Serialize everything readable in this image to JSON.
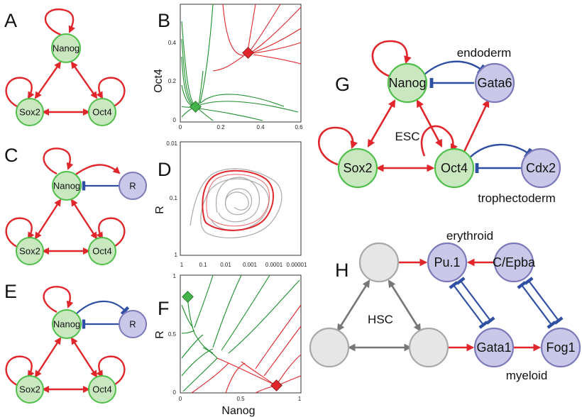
{
  "panels": {
    "a": "A",
    "b": "B",
    "c": "C",
    "d": "D",
    "e": "E",
    "f": "F",
    "g": "G",
    "h": "H"
  },
  "nodes": {
    "nanog": "Nanog",
    "sox2": "Sox2",
    "oct4": "Oct4",
    "r": "R",
    "gata6": "Gata6",
    "cdx2": "Cdx2",
    "pu1": "Pu.1",
    "cebpa": "C/Epba",
    "gata1": "Gata1",
    "fog1": "Fog1"
  },
  "labels": {
    "endoderm": "endoderm",
    "esc": "ESC",
    "trophectoderm": "trophectoderm",
    "erythroid": "erythroid",
    "hsc": "HSC",
    "myeloid": "myeloid"
  },
  "plot_b": {
    "ylabel": "Oct4",
    "xticks": [
      "0",
      "0.2",
      "0.4",
      "0.6"
    ],
    "yticks": [
      "0",
      "0.2",
      "0.4"
    ]
  },
  "plot_d": {
    "ylabel": "R",
    "xticks": [
      "1",
      "0.1",
      "0.01",
      "0.001",
      "0.0001",
      "0.00001"
    ],
    "yticks": [
      "0.01",
      "0.1",
      "1"
    ]
  },
  "plot_f": {
    "xlabel": "Nanog",
    "ylabel": "R",
    "xticks": [
      "0",
      "0.5",
      "1"
    ],
    "yticks": [
      "0",
      "0.5",
      "1"
    ]
  },
  "colors": {
    "activation": "#e0262b",
    "repression": "#2f4fa3",
    "green_curve": "#1b8f2a",
    "green_node": "#c9e8c0",
    "green_stroke": "#4fbf4a",
    "blue_node": "#c9c8e8",
    "blue_stroke": "#7b7ab8",
    "gray_node": "#e6e6e6",
    "gray_stroke": "#a8a8a8"
  }
}
